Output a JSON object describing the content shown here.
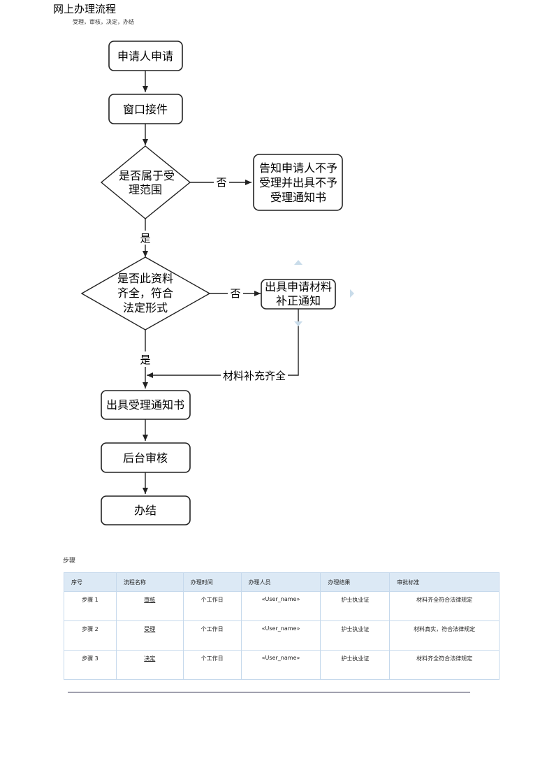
{
  "title": "网上办理流程",
  "subtitle": "受理，审核，决定，办结",
  "flow": {
    "start": "申请人申请",
    "receive": "窗口接件",
    "decision1": [
      "是否属于受",
      "理范围"
    ],
    "reject": [
      "告知申请人不予",
      "受理并出具不予",
      "受理通知书"
    ],
    "decision2": [
      "是否此资料",
      "齐全，符合",
      "法定形式"
    ],
    "supplement": [
      "出具申请材料",
      "补正通知"
    ],
    "accept_notice": "出具受理通知书",
    "review": "后台审核",
    "finish": "办结",
    "yes_label": "是",
    "no_label": "否",
    "complete_label": "材料补充齐全"
  },
  "steps_section": {
    "label": "步骤",
    "headers": [
      "序号",
      "流程名称",
      "办理时间",
      "办理人员",
      "办理结果",
      "审批标准"
    ],
    "rows": [
      [
        "步骤 1",
        "审核",
        "个工作日",
        "«User_name»",
        "护士执业证",
        "材料齐全符合法律规定"
      ],
      [
        "步骤 2",
        "受理",
        "个工作日",
        "«User_name»",
        "护士执业证",
        "材料真实，符合法律规定"
      ],
      [
        "步骤 3",
        "决定",
        "个工作日",
        "«User_name»",
        "护士执业证",
        "材料齐全符合法律规定"
      ]
    ]
  },
  "colors": {
    "table_header_bg": "#dce9f5",
    "table_border": "#c6d9ec",
    "flow_stroke": "#222222"
  }
}
